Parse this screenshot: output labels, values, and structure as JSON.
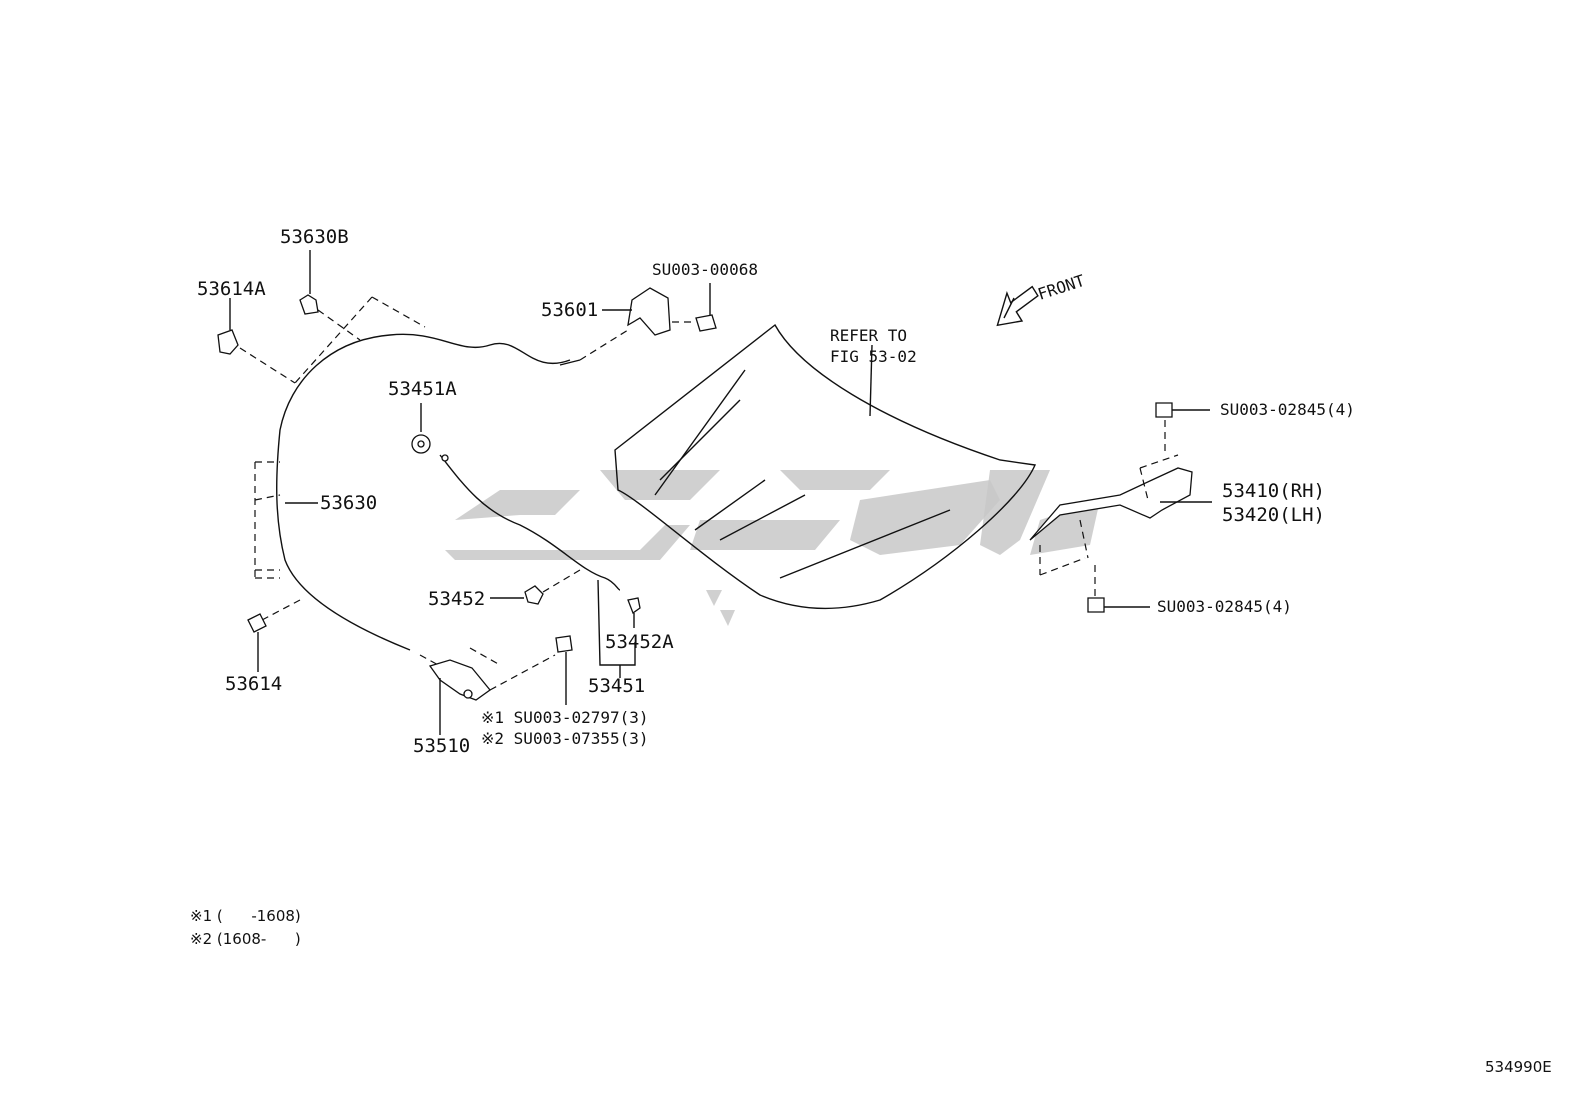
{
  "labels": {
    "p53630B": "53630B",
    "p53614A": "53614A",
    "p53601": "53601",
    "su00068": "SU003-00068",
    "front": "FRONT",
    "refer": "REFER TO",
    "fig": "FIG 53-02",
    "p53451A": "53451A",
    "p53630": "53630",
    "su02845a": "SU003-02845(4)",
    "p53410": "53410(RH)",
    "p53420": "53420(LH)",
    "su02845b": "SU003-02845(4)",
    "p53452": "53452",
    "p53452A": "53452A",
    "p53451": "53451",
    "p53614": "53614",
    "p53510": "53510",
    "su02797": "※1 SU003-02797(3)",
    "su07355": "※2 SU003-07355(3)"
  },
  "notes": {
    "n1": "※1 (      -1608)",
    "n2": "※2 (1608-      )"
  },
  "figure_code": "534990E"
}
